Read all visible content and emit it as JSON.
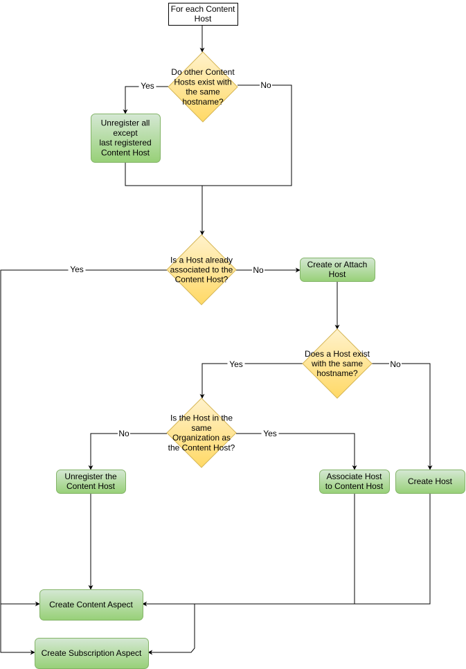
{
  "colors": {
    "process_fill_top": "#d5e8d4",
    "process_fill_bottom": "#97d077",
    "process_stroke": "#82b366",
    "decision_fill_top": "#fff2cc",
    "decision_fill_bottom": "#ffd966",
    "decision_stroke": "#d6b656",
    "start_fill": "#ffffff",
    "start_stroke": "#000000",
    "edge": "#000000"
  },
  "nodes": {
    "start": [
      "For each Content",
      "Host"
    ],
    "decision_duplicates": [
      "Do other Content",
      "Hosts exist with",
      "the same",
      "hostname?"
    ],
    "unregister_others": [
      "Unregister all",
      "except",
      "last registered",
      "Content Host"
    ],
    "decision_host_associated": [
      "Is a Host already",
      "associated to the",
      "Content Host?"
    ],
    "create_or_attach": [
      "Create or Attach",
      "Host"
    ],
    "decision_host_exists": [
      "Does a Host exist",
      "with the same",
      "hostname?"
    ],
    "decision_same_org": [
      "Is the Host in the",
      "same",
      "Organization as",
      "the Content Host?"
    ],
    "unregister_content_host": [
      "Unregister the",
      "Content Host"
    ],
    "associate_host": [
      "Associate Host",
      "to Content Host"
    ],
    "create_host": [
      "Create Host"
    ],
    "create_content_aspect": [
      "Create Content Aspect"
    ],
    "create_subscription_aspect": [
      "Create Subscription Aspect"
    ]
  },
  "edge_labels": {
    "duplicates_yes": "Yes",
    "duplicates_no": "No",
    "associated_yes": "Yes",
    "associated_no": "No",
    "host_exists_yes": "Yes",
    "host_exists_no": "No",
    "same_org_no": "No",
    "same_org_yes": "Yes"
  }
}
